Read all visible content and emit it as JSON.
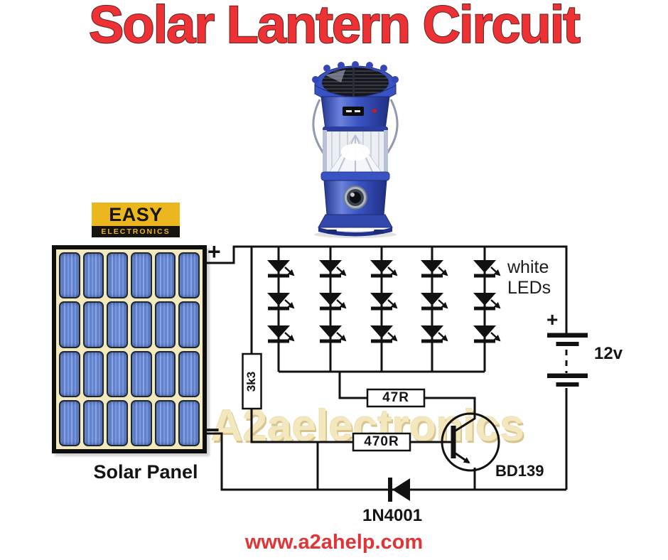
{
  "title": {
    "text": "Solar Lantern Circuit"
  },
  "logo": {
    "line1": "EASY",
    "line2": "ELECTRONICS"
  },
  "solar_panel": {
    "label": "Solar Panel",
    "plus": "+",
    "minus": "−"
  },
  "circuit": {
    "series_resistor": "3k3",
    "collector_resistor": "47R",
    "base_resistor": "470R",
    "led_label": [
      "white",
      "LEDs"
    ],
    "battery": {
      "plus": "+",
      "voltage": "12v"
    },
    "transistor": "BD139",
    "diode": "1N4001"
  },
  "watermark": "A2aelectronics",
  "footer": {
    "url": "www.a2ahelp.com"
  },
  "colors": {
    "title_red": "#ee3134",
    "footer_red": "#e23337",
    "logo_yellow": "#ecb71e",
    "watermark_tan": "#f3e7bd",
    "panel_cell_blue": "#6f8fd8",
    "panel_background": "#f2e9bd",
    "lantern_blue": "#3a53c3",
    "line_black": "#111111"
  }
}
